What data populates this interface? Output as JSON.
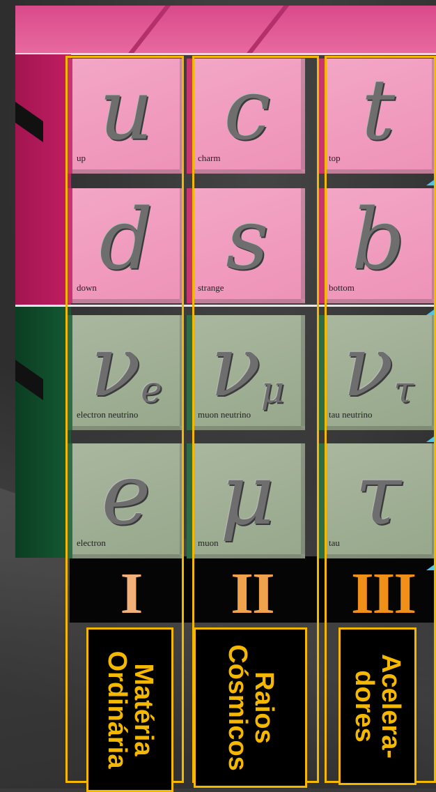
{
  "generations": [
    {
      "numeral": "I",
      "numeral_color": "#f2b179",
      "caption_lines": [
        "Matéria",
        "Ordinária"
      ],
      "particles": [
        {
          "symbol": "u",
          "sub": "",
          "name": "up",
          "type": "quark"
        },
        {
          "symbol": "d",
          "sub": "",
          "name": "down",
          "type": "quark"
        },
        {
          "symbol": "ν",
          "sub": "e",
          "name": "electron neutrino",
          "type": "lepton"
        },
        {
          "symbol": "e",
          "sub": "",
          "name": "electron",
          "type": "lepton"
        }
      ]
    },
    {
      "numeral": "II",
      "numeral_color": "#f0a24d",
      "caption_lines": [
        "Raios",
        "Cósmicos"
      ],
      "particles": [
        {
          "symbol": "c",
          "sub": "",
          "name": "charm",
          "type": "quark"
        },
        {
          "symbol": "s",
          "sub": "",
          "name": "strange",
          "type": "quark"
        },
        {
          "symbol": "ν",
          "sub": "μ",
          "name": "muon neutrino",
          "type": "lepton"
        },
        {
          "symbol": "μ",
          "sub": "",
          "name": "muon",
          "type": "lepton"
        }
      ]
    },
    {
      "numeral": "III",
      "numeral_color": "#f09018",
      "caption_lines": [
        "Acelera-",
        "dores"
      ],
      "particles": [
        {
          "symbol": "t",
          "sub": "",
          "name": "top",
          "type": "quark"
        },
        {
          "symbol": "b",
          "sub": "",
          "name": "bottom",
          "type": "quark"
        },
        {
          "symbol": "ν",
          "sub": "τ",
          "name": "tau neutrino",
          "type": "lepton"
        },
        {
          "symbol": "τ",
          "sub": "",
          "name": "tau",
          "type": "lepton"
        }
      ]
    }
  ],
  "colors": {
    "quark_tile": "#f0a0c2",
    "lepton_tile": "#a0b094",
    "highlight_outline": "#f5b800",
    "caption_text": "#f5b800"
  }
}
